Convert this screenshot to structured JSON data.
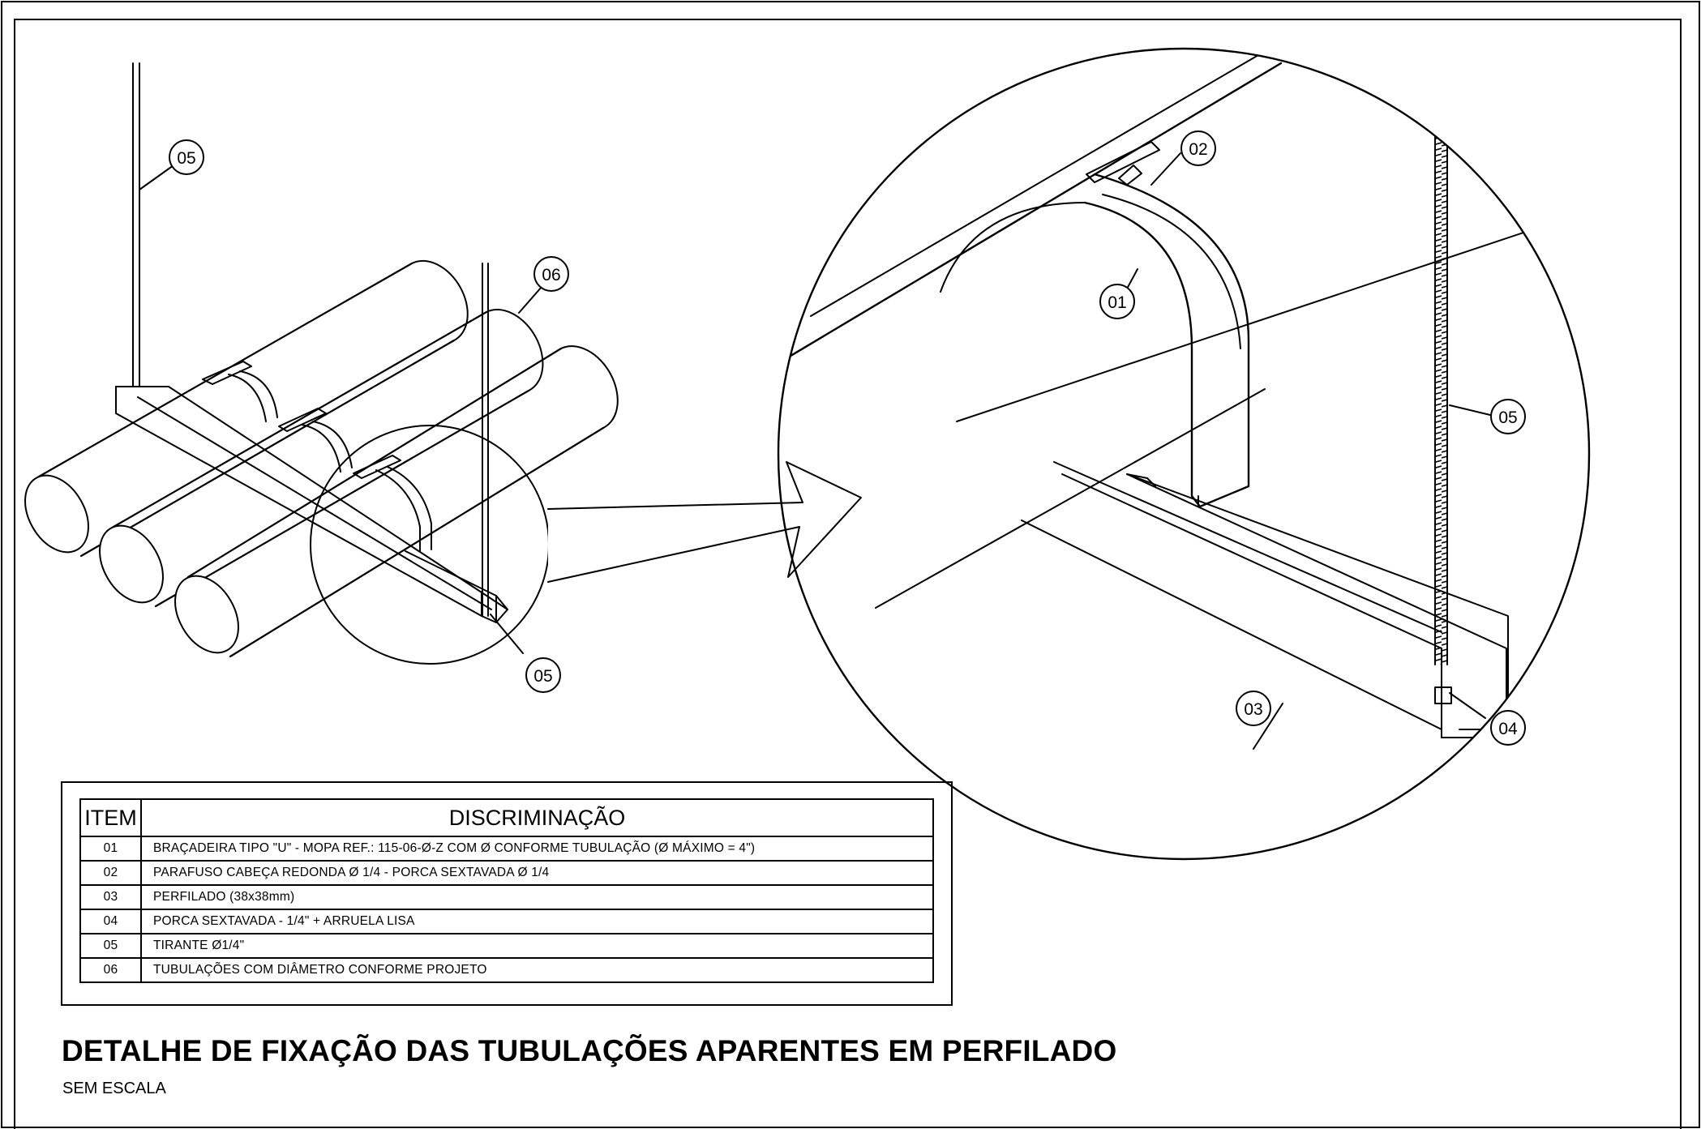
{
  "callouts": {
    "left_rod_top": "05",
    "left_pipes": "06",
    "left_rod_bottom": "05",
    "detail_clamp": "01",
    "detail_bolt": "02",
    "detail_strut": "03",
    "detail_nut": "04",
    "detail_rod": "05"
  },
  "table": {
    "header_item": "ITEM",
    "header_description": "DISCRIMINAÇÃO",
    "rows": [
      {
        "item": "01",
        "description": "BRAÇADEIRA TIPO \"U\" - MOPA REF.: 115-06-Ø-Z COM Ø CONFORME TUBULAÇÃO (Ø MÁXIMO = 4\")"
      },
      {
        "item": "02",
        "description": "PARAFUSO CABEÇA REDONDA Ø 1/4 - PORCA SEXTAVADA Ø 1/4"
      },
      {
        "item": "03",
        "description": "PERFILADO (38x38mm)"
      },
      {
        "item": "04",
        "description": "PORCA SEXTAVADA - 1/4\" + ARRUELA LISA"
      },
      {
        "item": "05",
        "description": "TIRANTE Ø1/4\""
      },
      {
        "item": "06",
        "description": "TUBULAÇÕES COM DIÂMETRO CONFORME PROJETO"
      }
    ]
  },
  "title": "DETALHE DE FIXAÇÃO DAS TUBULAÇÕES APARENTES EM PERFILADO",
  "scale_note": "SEM ESCALA"
}
